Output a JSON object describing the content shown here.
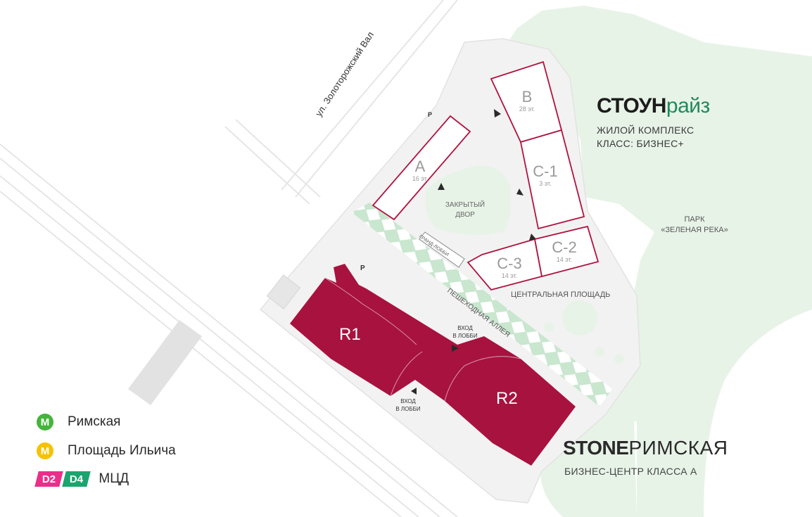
{
  "street": "ул. Золоторожский Вал",
  "buildings": {
    "A": {
      "name": "A",
      "floors": "16 эт."
    },
    "B": {
      "name": "B",
      "floors": "28 эт."
    },
    "C1": {
      "name": "C-1",
      "floors": "3 эт."
    },
    "C2": {
      "name": "C-2",
      "floors": "14 эт."
    },
    "C3": {
      "name": "C-3",
      "floors": "14 эт."
    },
    "R1": {
      "name": "R1"
    },
    "R2": {
      "name": "R2"
    }
  },
  "labels": {
    "yard_line1": "ЗАКРЫТЫЙ",
    "yard_line2": "ДВОР",
    "park_line1": "ПАРК",
    "park_line2": "«ЗЕЛЕНАЯ РЕКА»",
    "central_square": "ЦЕНТРАЛЬНАЯ ПЛОЩАДЬ",
    "pedestrian_alley": "ПЕШЕХОДНАЯ АЛЛЕЯ",
    "grand_lobby": "ГРАНД-ЛОББИ",
    "entrance1_line1": "ВХОД",
    "entrance1_line2": "В ЛОББИ",
    "entrance2_line1": "ВХОД",
    "entrance2_line2": "В ЛОББИ",
    "parking": "P"
  },
  "brand_rise": {
    "part1": "СТОУН",
    "part2": "райз",
    "line1": "ЖИЛОЙ КОМПЛЕКС",
    "line2": "КЛАСС: БИЗНЕС+"
  },
  "brand_stone": {
    "part1": "STONE",
    "part2": "РИМСКАЯ",
    "subtitle": "БИЗНЕС-ЦЕНТР КЛАССА А"
  },
  "legend": {
    "metro1": {
      "icon": "M",
      "label": "Римская",
      "color": "#45b43c"
    },
    "metro2": {
      "icon": "M",
      "label": "Площадь Ильича",
      "color": "#f6c200"
    },
    "mcd": {
      "d2": "D2",
      "d4": "D4",
      "label": "МЦД",
      "d2_color": "#ea2f8b",
      "d4_color": "#1aa56e"
    }
  },
  "colors": {
    "accent": "#a8123f",
    "park": "#e8f3e8",
    "plaza": "#f2f2f2",
    "outline": "#b0133f"
  }
}
